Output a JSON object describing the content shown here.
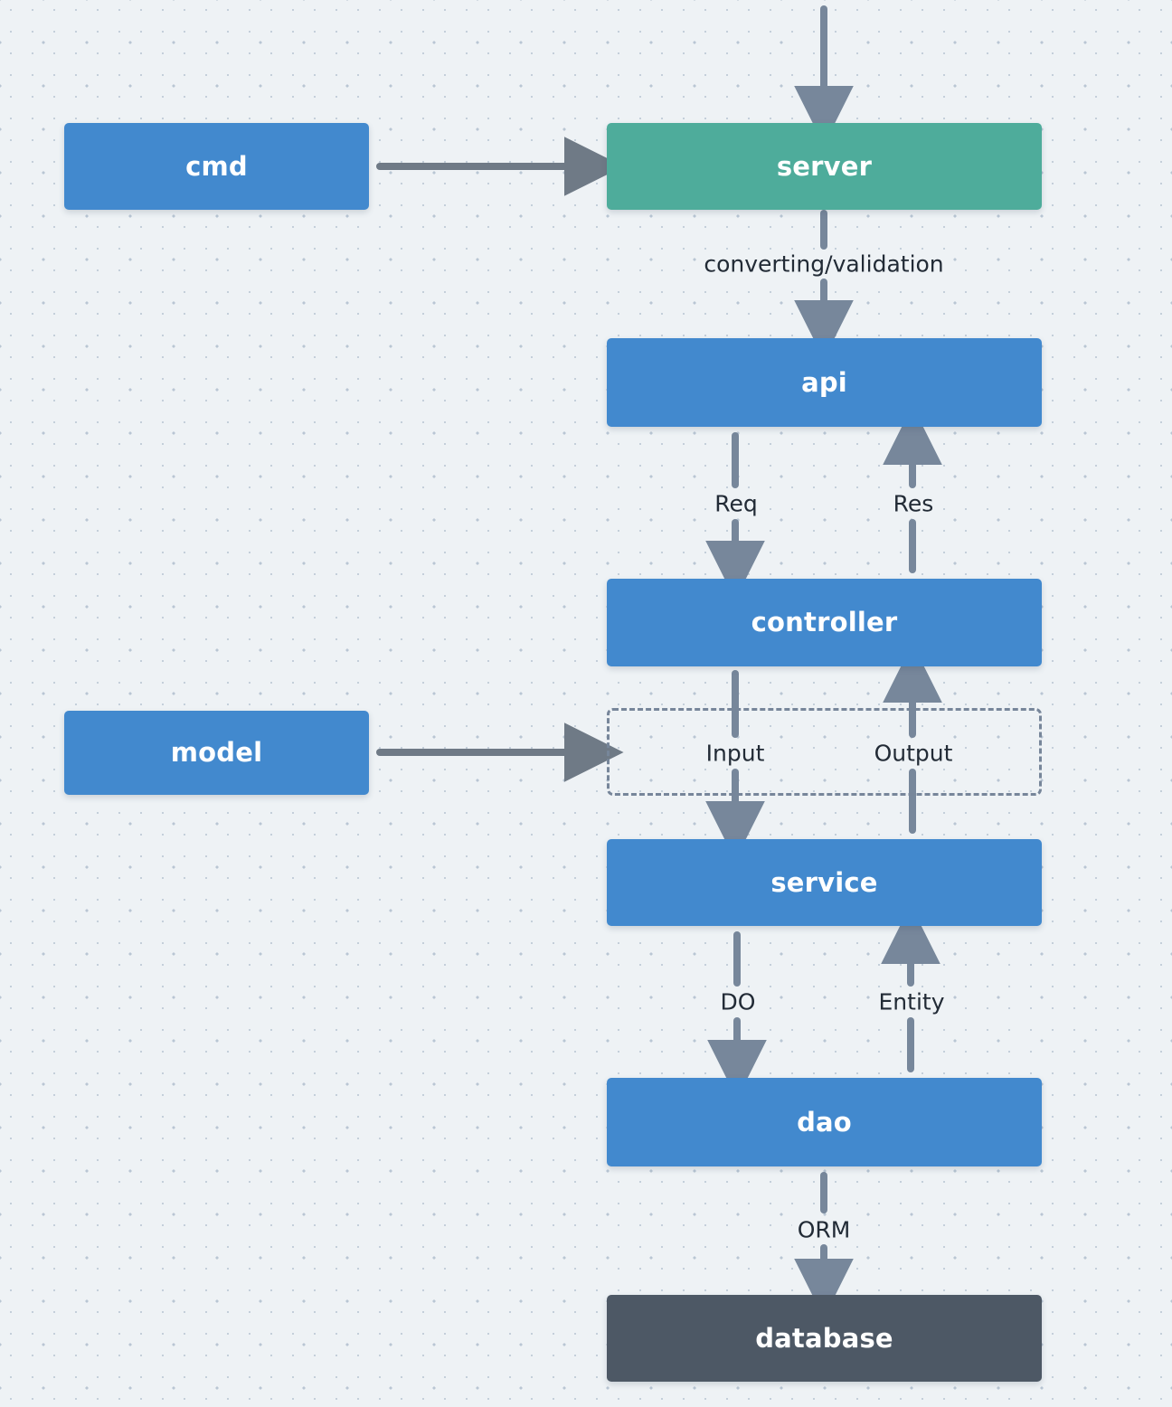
{
  "diagram": {
    "title": "Layered application architecture flow",
    "background_color": "#eef2f5",
    "nodes": [
      {
        "id": "cmd",
        "label": "cmd",
        "color": "#4289ce",
        "kind": "process"
      },
      {
        "id": "server",
        "label": "server",
        "color": "#4eac9b",
        "kind": "entrypoint"
      },
      {
        "id": "api",
        "label": "api",
        "color": "#4289ce",
        "kind": "process"
      },
      {
        "id": "controller",
        "label": "controller",
        "color": "#4289ce",
        "kind": "process"
      },
      {
        "id": "model",
        "label": "model",
        "color": "#4289ce",
        "kind": "process"
      },
      {
        "id": "service",
        "label": "service",
        "color": "#4289ce",
        "kind": "process"
      },
      {
        "id": "dao",
        "label": "dao",
        "color": "#4289ce",
        "kind": "process"
      },
      {
        "id": "database",
        "label": "database",
        "color": "#4d5865",
        "kind": "datastore"
      }
    ],
    "group": {
      "id": "model-group",
      "label": "",
      "style": "dashed",
      "border_color": "#77869a"
    },
    "edges": [
      {
        "id": "e-incoming-server",
        "from": "",
        "to": "server",
        "label": "",
        "direction": "down"
      },
      {
        "id": "e-cmd-server",
        "from": "cmd",
        "to": "server",
        "label": "",
        "direction": "right"
      },
      {
        "id": "e-server-api",
        "from": "server",
        "to": "api",
        "label": "converting/validation",
        "direction": "down"
      },
      {
        "id": "e-api-controller",
        "from": "api",
        "to": "controller",
        "label": "Req",
        "direction": "down"
      },
      {
        "id": "e-controller-api",
        "from": "controller",
        "to": "api",
        "label": "Res",
        "direction": "up"
      },
      {
        "id": "e-model-group",
        "from": "model",
        "to": "model-group",
        "label": "",
        "direction": "right"
      },
      {
        "id": "e-controller-service",
        "from": "controller",
        "to": "service",
        "label": "Input",
        "direction": "down"
      },
      {
        "id": "e-service-controller",
        "from": "service",
        "to": "controller",
        "label": "Output",
        "direction": "up"
      },
      {
        "id": "e-service-dao",
        "from": "service",
        "to": "dao",
        "label": "DO",
        "direction": "down"
      },
      {
        "id": "e-dao-service",
        "from": "dao",
        "to": "service",
        "label": "Entity",
        "direction": "up"
      },
      {
        "id": "e-dao-database",
        "from": "dao",
        "to": "database",
        "label": "ORM",
        "direction": "down"
      }
    ],
    "edge_labels": {
      "converting_validation": "converting/validation",
      "req": "Req",
      "res": "Res",
      "input": "Input",
      "output": "Output",
      "do": "DO",
      "entity": "Entity",
      "orm": "ORM"
    },
    "arrow_color": "#77879b",
    "horizontal_arrow_color": "#6f7a86",
    "label_text_color": "#222b36"
  }
}
